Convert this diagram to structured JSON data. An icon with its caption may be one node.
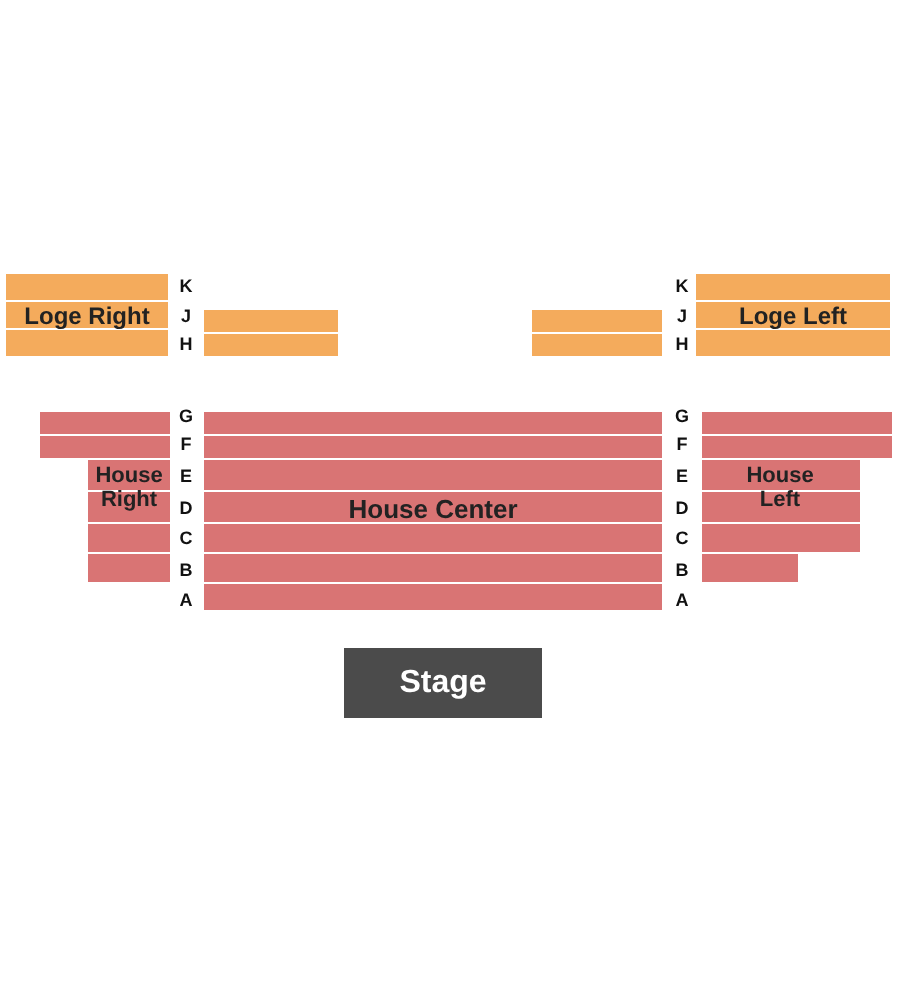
{
  "diagram": {
    "nodes": [
      {
        "text": [
          "Loge Right"
        ]
      },
      {
        "text": [],
        "shape": "box"
      },
      {
        "text": [],
        "shape": "box"
      },
      {
        "text": [
          "Loge Left"
        ]
      },
      {
        "text": [
          "House Right"
        ]
      },
      {
        "text": [
          "House Center"
        ]
      },
      {
        "text": [
          "House Left"
        ]
      },
      {
        "text": [
          "Stage"
        ]
      }
    ],
    "labels": [
      "K",
      "K",
      "J",
      "J",
      "H",
      "H",
      "G",
      "G",
      "F",
      "F",
      "E",
      "E",
      "D",
      "D",
      "C",
      "C",
      "B",
      "B",
      "A",
      "A"
    ]
  }
}
